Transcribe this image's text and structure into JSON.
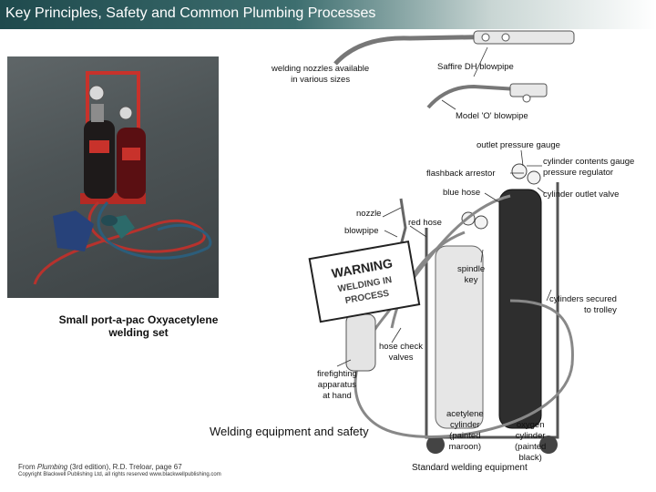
{
  "header": {
    "title": "Key Principles, Safety and Common Plumbing Processes"
  },
  "labels": {
    "welding_nozzles": "welding nozzles available\nin various sizes",
    "saffire_blowpipe": "Saffire DH blowpipe",
    "model_o_blowpipe": "Model 'O' blowpipe",
    "outlet_pressure_gauge": "outlet pressure gauge",
    "cylinder_contents_gauge": "cylinder contents gauge\npressure regulator",
    "flashback_arrestor": "flashback arrestor",
    "blue_hose": "blue hose",
    "cylinder_outlet_valve": "cylinder outlet valve",
    "nozzle": "nozzle",
    "red_hose": "red hose",
    "blowpipe": "blowpipe",
    "spindle_key": "spindle\nkey",
    "cylinders_secured": "cylinders secured\nto trolley",
    "hose_check_valves": "hose check\nvalves",
    "firefighting": "firefighting\napparatus\nat hand",
    "acetylene_cylinder": "acetylene\ncylinder\n(painted\nmaroon)",
    "oxygen_cylinder": "oxygen\ncylinder\n(painted\nblack)",
    "standard_welding": "Standard welding equipment"
  },
  "captions": {
    "small_set": "Small port-a-pac Oxyacetylene welding set",
    "main": "Welding equipment and safety"
  },
  "sign": {
    "line1": "WARNING",
    "line2": "WELDING IN",
    "line3": "PROCESS"
  },
  "source": {
    "prefix": "From ",
    "book": "Plumbing",
    "edition": " (3rd edition), R.D. Treloar, page 67",
    "copyright": "Copyright Blackwell Publishing Ltd, all rights reserved  www.blackwellpublishing.com"
  }
}
